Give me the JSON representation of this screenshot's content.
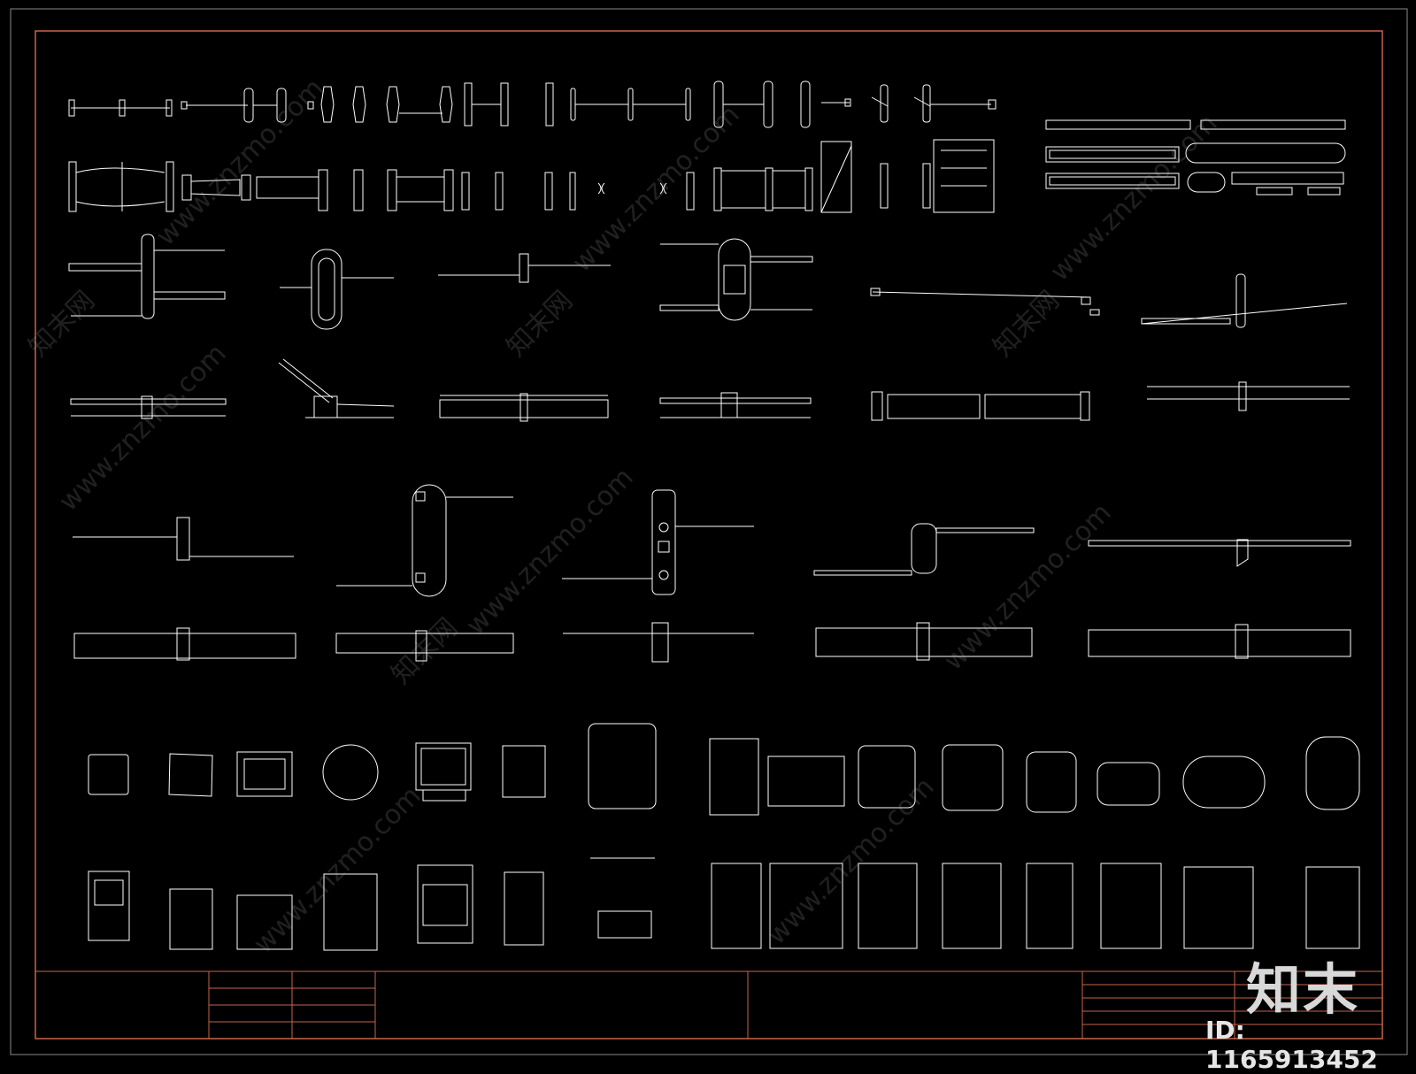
{
  "drawing": {
    "background": "#000000",
    "line_color": "#ffffff",
    "frame_color": "#c8644a"
  },
  "watermark": {
    "text": "www.znzmo.com",
    "brand": "知末网"
  },
  "logo": "知末",
  "id_label": "ID: 1165913452",
  "title_block": {
    "cells": []
  }
}
